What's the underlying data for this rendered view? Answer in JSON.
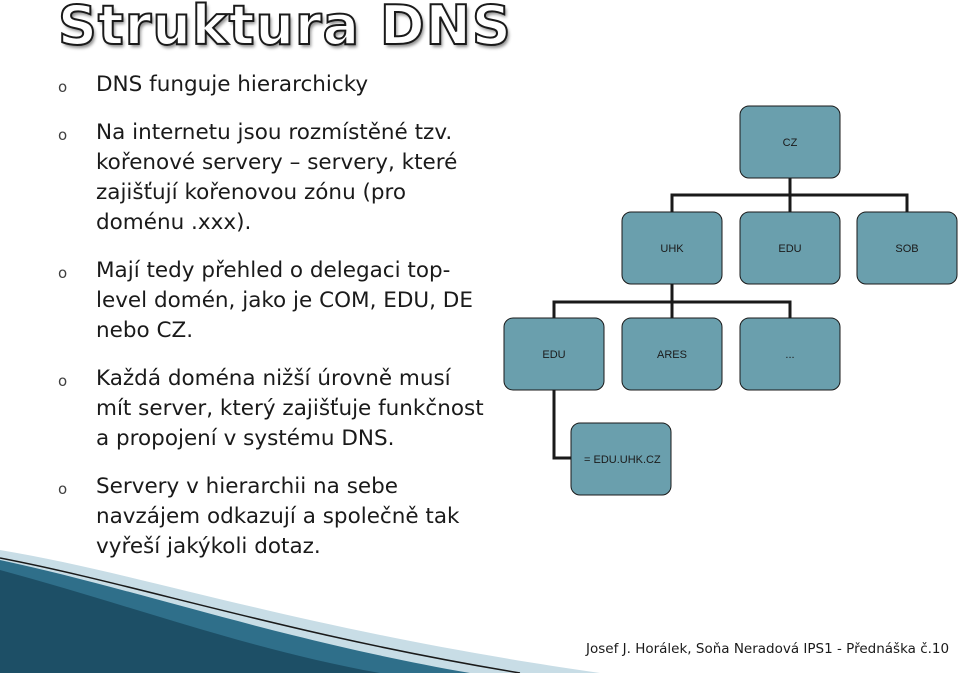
{
  "title": "Struktura DNS",
  "bullet_icon": "circle-bullet-icon",
  "bullets": [
    "DNS funguje hierarchicky",
    "Na internetu jsou rozmístěné tzv. kořenové servery – servery, které zajišťují kořenovou zónu (pro doménu .xxx).",
    "Mají tedy přehled o delegaci top-level domén, jako je COM, EDU, DE nebo CZ.",
    "Každá doména nižší úrovně musí mít server, který zajišťuje funkčnost a propojení v systému DNS.",
    "Servery v hierarchii na sebe navzájem odkazují a společně tak vyřeší jakýkoli dotaz."
  ],
  "tree": {
    "root": "CZ",
    "level1": [
      "UHK",
      "EDU",
      "SOB"
    ],
    "level2": [
      "EDU",
      "ARES",
      "..."
    ],
    "level3": [
      "= EDU.UHK.CZ"
    ]
  },
  "colors": {
    "node_fill": "#6a9fad",
    "wave_blue": "#2f6f8a"
  },
  "footer": "Josef J. Horálek, Soňa Neradová IPS1 - Přednáška č.10"
}
